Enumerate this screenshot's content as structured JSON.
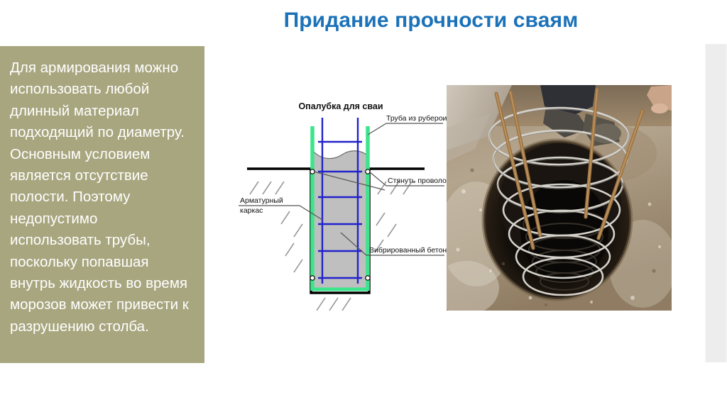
{
  "slide": {
    "title": "Придание прочности сваям",
    "accent_color": "#1C72B8",
    "panel_color": "#A8A67F",
    "background_color": "#FFFFFF"
  },
  "text_panel": {
    "body": "Для армирования можно использовать любой длинный материал подходящий по диаметру. Основным условием является отсутствие полости. Поэтому недопустимо использовать трубы, поскольку попавшая внутрь жидкость во время морозов может привести к разрушению столба."
  },
  "diagram": {
    "title": "Опалубка для сваи",
    "labels": [
      {
        "id": "pipe",
        "text": "Труба из рубероида"
      },
      {
        "id": "wire",
        "text": "Стянуть проволокой"
      },
      {
        "id": "cage",
        "text": "Арматурный"
      },
      {
        "id": "cage2",
        "text": "каркас"
      },
      {
        "id": "concrete",
        "text": "Вибрированный бетон"
      }
    ],
    "colors": {
      "formwork": "#3CE58C",
      "rebar": "#2222CC",
      "concrete": "#BFBFBF",
      "outline": "#000000",
      "leader": "#555555",
      "hatch": "#9A9A9A"
    }
  },
  "photo": {
    "caption": "",
    "alt_name": "rebar-cage-in-drilled-hole-photo"
  }
}
